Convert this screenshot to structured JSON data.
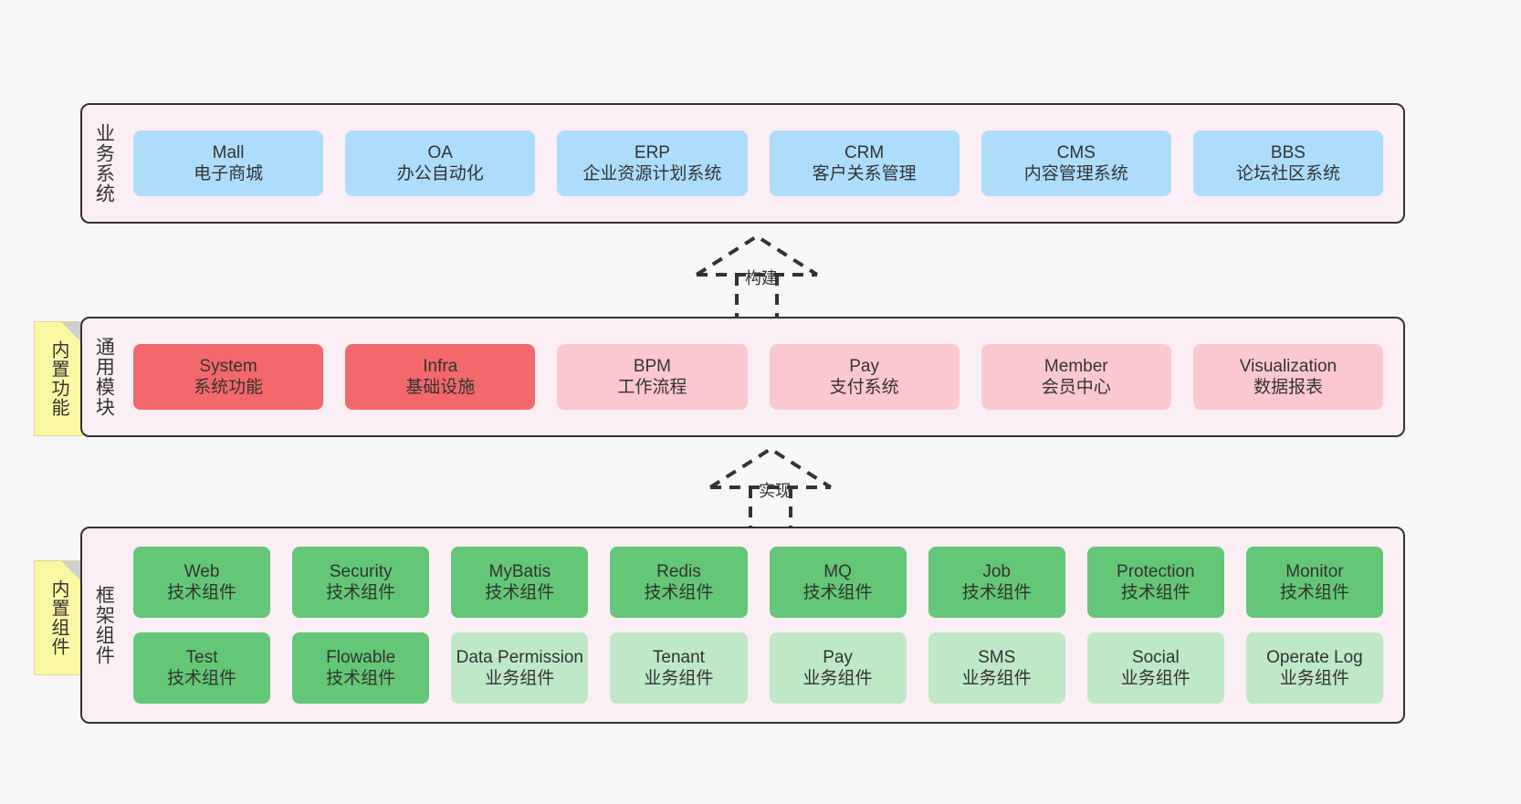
{
  "diagram": {
    "background_color": "#f7f7f7",
    "layer_band_color": "#fbeef5",
    "note_color": "#fbf8a3",
    "colors": {
      "business": "#aeddfb",
      "common_core": "#f2686d",
      "common_optional": "#fcc8d0",
      "framework_tech": "#63c777",
      "framework_business": "#bfe8c6"
    }
  },
  "layers": [
    {
      "id": "business",
      "title": "业务系统",
      "nodes": [
        {
          "en": "Mall",
          "cn": "电子商城"
        },
        {
          "en": "OA",
          "cn": "办公自动化"
        },
        {
          "en": "ERP",
          "cn": "企业资源计划系统"
        },
        {
          "en": "CRM",
          "cn": "客户关系管理"
        },
        {
          "en": "CMS",
          "cn": "内容管理系统"
        },
        {
          "en": "BBS",
          "cn": "论坛社区系统"
        }
      ]
    },
    {
      "id": "common",
      "title": "通用模块",
      "note": "内置功能",
      "nodes": [
        {
          "en": "System",
          "cn": "系统功能"
        },
        {
          "en": "Infra",
          "cn": "基础设施"
        },
        {
          "en": "BPM",
          "cn": "工作流程"
        },
        {
          "en": "Pay",
          "cn": "支付系统"
        },
        {
          "en": "Member",
          "cn": "会员中心"
        },
        {
          "en": "Visualization",
          "cn": "数据报表"
        }
      ]
    },
    {
      "id": "framework",
      "title": "框架组件",
      "note": "内置组件",
      "row1": [
        {
          "en": "Web",
          "cn": "技术组件"
        },
        {
          "en": "Security",
          "cn": "技术组件"
        },
        {
          "en": "MyBatis",
          "cn": "技术组件"
        },
        {
          "en": "Redis",
          "cn": "技术组件"
        },
        {
          "en": "MQ",
          "cn": "技术组件"
        },
        {
          "en": "Job",
          "cn": "技术组件"
        },
        {
          "en": "Protection",
          "cn": "技术组件"
        },
        {
          "en": "Monitor",
          "cn": "技术组件"
        }
      ],
      "row2": [
        {
          "en": "Test",
          "cn": "技术组件"
        },
        {
          "en": "Flowable",
          "cn": "技术组件"
        },
        {
          "en": "Data Permission",
          "cn": "业务组件"
        },
        {
          "en": "Tenant",
          "cn": "业务组件"
        },
        {
          "en": "Pay",
          "cn": "业务组件"
        },
        {
          "en": "SMS",
          "cn": "业务组件"
        },
        {
          "en": "Social",
          "cn": "业务组件"
        },
        {
          "en": "Operate Log",
          "cn": "业务组件"
        }
      ]
    }
  ],
  "connectors": [
    {
      "id": "build",
      "label": "构建",
      "style": "dashed-generalization",
      "direction": "up"
    },
    {
      "id": "implement",
      "label": "实现",
      "style": "dashed-generalization",
      "direction": "up"
    }
  ]
}
